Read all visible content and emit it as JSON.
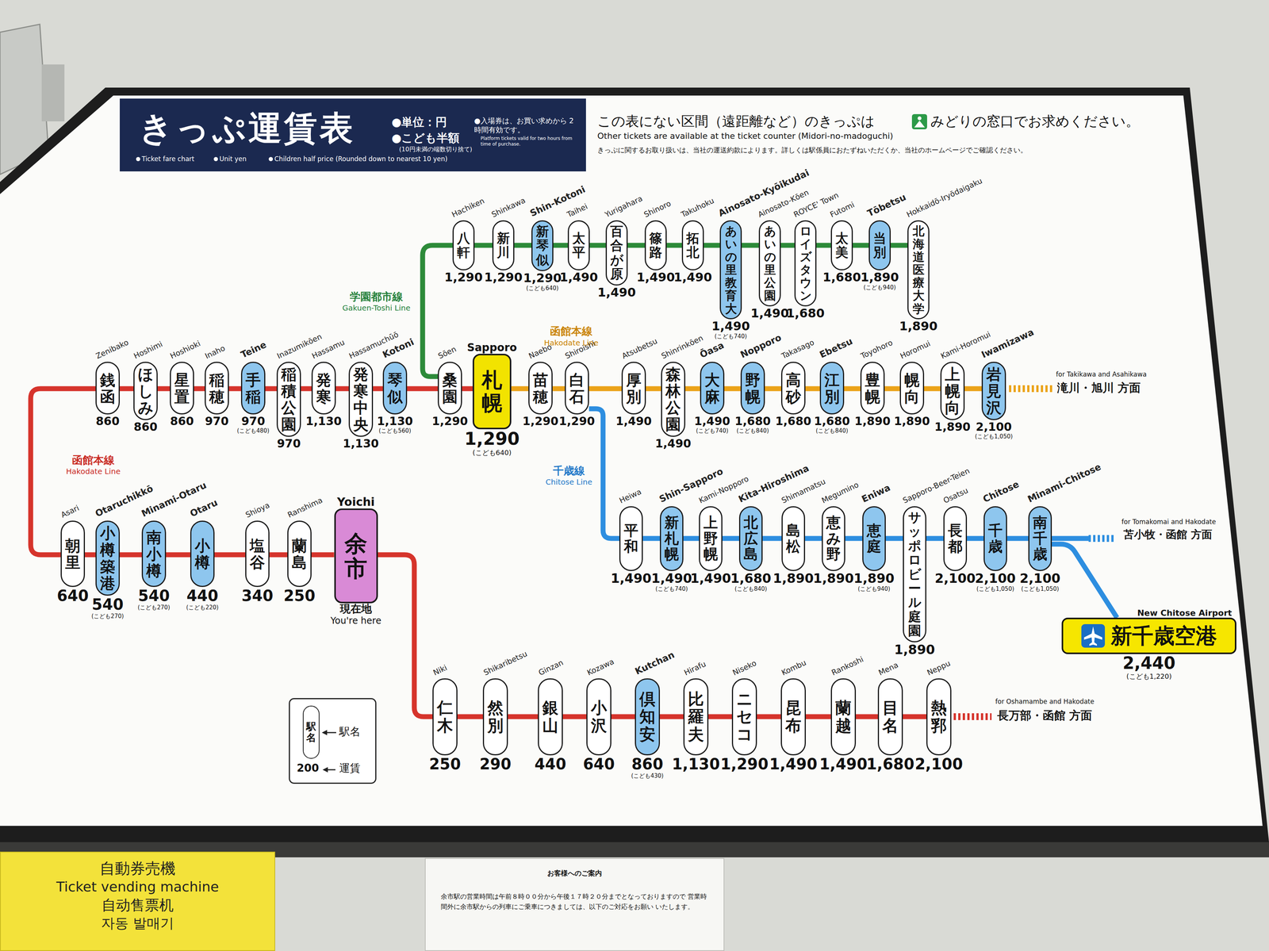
{
  "diagram": {
    "title": "きっぷ運賃表",
    "nodes": [
      {
        "text": [
          "●単位：円",
          "●こども半額",
          "(10円未満の端数切り捨て)",
          "●入場券は、お買い求めから 2時間有効です。",
          "Platform tickets valid for two hours from time of purchase.",
          "Ticket fare chart",
          "Unit yen",
          "Children half price (Rounded down to nearest 10 yen)"
        ]
      },
      {
        "text": [
          "Hachiken",
          "八軒",
          "1,290"
        ]
      },
      {
        "text": [
          "Shinkawa",
          "新川",
          "1,290"
        ]
      },
      {
        "text": [
          "Shin-Kotoni",
          "新琴似",
          "1,290",
          "(こども640)"
        ]
      },
      {
        "text": [
          "Taihei",
          "太平",
          "1,490"
        ]
      },
      {
        "text": [
          "Yurigahara",
          "百合が原",
          "1,490"
        ]
      },
      {
        "text": [
          "Shinoro",
          "篠路",
          "1,490"
        ]
      },
      {
        "text": [
          "Takuhoku",
          "拓北",
          "1,490"
        ]
      },
      {
        "text": [
          "Ainosato-Kyōikudai",
          "あいの里教育大",
          "1,490",
          "(こども740)"
        ]
      },
      {
        "text": [
          "Ainosato-Kōen",
          "あいの里公園",
          "1,490"
        ]
      },
      {
        "text": [
          "ROYCE' Town",
          "ロイズタウン",
          "1,680"
        ]
      },
      {
        "text": [
          "Futomi",
          "太美",
          "1,680"
        ]
      },
      {
        "text": [
          "Tōbetsu",
          "当別",
          "1,890",
          "(こども940)"
        ]
      },
      {
        "text": [
          "Hokkaidō-Iryōdaigaku",
          "北海道医療大学",
          "1,890"
        ]
      },
      {
        "text": [
          "Zenibako",
          "銭函",
          "860"
        ]
      },
      {
        "text": [
          "Hoshimi",
          "ほしみ",
          "860"
        ]
      },
      {
        "text": [
          "Hoshioki",
          "星置",
          "860"
        ]
      },
      {
        "text": [
          "Inaho",
          "稲穂",
          "970"
        ]
      },
      {
        "text": [
          "Teine",
          "手稲",
          "970",
          "(こども480)"
        ]
      },
      {
        "text": [
          "Inazumikōen",
          "稲積公園",
          "970"
        ]
      },
      {
        "text": [
          "Hassamu",
          "発寒",
          "1,130"
        ]
      },
      {
        "text": [
          "Hassamuchūō",
          "発寒中央",
          "1,130"
        ]
      },
      {
        "text": [
          "Kotoni",
          "琴似",
          "1,130",
          "(こども560)"
        ]
      },
      {
        "text": [
          "Sōen",
          "桑園",
          "1,290"
        ]
      },
      {
        "text": [
          "Sapporo",
          "札幌",
          "1,290",
          "(こども640)"
        ]
      },
      {
        "text": [
          "Naebo",
          "苗穂",
          "1,290"
        ]
      },
      {
        "text": [
          "Shiroishi",
          "白石",
          "1,290"
        ]
      },
      {
        "text": [
          "Atsubetsu",
          "厚別",
          "1,490"
        ]
      },
      {
        "text": [
          "Shinrinkōen",
          "森林公園",
          "1,490"
        ]
      },
      {
        "text": [
          "Ōasa",
          "大麻",
          "1,490",
          "(こども740)"
        ]
      },
      {
        "text": [
          "Nopporo",
          "野幌",
          "1,680",
          "(こども840)"
        ]
      },
      {
        "text": [
          "Takasago",
          "高砂",
          "1,680"
        ]
      },
      {
        "text": [
          "Ebetsu",
          "江別",
          "1,680",
          "(こども840)"
        ]
      },
      {
        "text": [
          "Toyohoro",
          "豊幌",
          "1,890"
        ]
      },
      {
        "text": [
          "Horomui",
          "幌向",
          "1,890"
        ]
      },
      {
        "text": [
          "Kami-Horomui",
          "上幌向",
          "1,890"
        ]
      },
      {
        "text": [
          "Iwamizawa",
          "岩見沢",
          "2,100",
          "(こども1,050)"
        ]
      },
      {
        "text": [
          "Asari",
          "朝里",
          "640"
        ]
      },
      {
        "text": [
          "Otaruchikkō",
          "小樽築港",
          "540",
          "(こども270)"
        ]
      },
      {
        "text": [
          "Minami-Otaru",
          "南小樽",
          "540",
          "(こども270)"
        ]
      },
      {
        "text": [
          "Otaru",
          "小樽",
          "440",
          "(こども220)"
        ]
      },
      {
        "text": [
          "Shioya",
          "塩谷",
          "340"
        ]
      },
      {
        "text": [
          "Ranshima",
          "蘭島",
          "250"
        ]
      },
      {
        "text": [
          "Yoichi",
          "余市",
          "現在地",
          "You're here"
        ]
      },
      {
        "text": [
          "Heiwa",
          "平和",
          "1,490"
        ]
      },
      {
        "text": [
          "Shin-Sapporo",
          "新札幌",
          "1,490",
          "(こども740)"
        ]
      },
      {
        "text": [
          "Kami-Nopporo",
          "上野幌",
          "1,490"
        ]
      },
      {
        "text": [
          "Kita-Hiroshima",
          "北広島",
          "1,680",
          "(こども840)"
        ]
      },
      {
        "text": [
          "Shimamatsu",
          "島松",
          "1,890"
        ]
      },
      {
        "text": [
          "Megumino",
          "恵み野",
          "1,890"
        ]
      },
      {
        "text": [
          "Eniwa",
          "恵庭",
          "1,890",
          "(こども940)"
        ]
      },
      {
        "text": [
          "Sapporo-Beer-Teien",
          "サッポロビール庭園",
          "1,890"
        ]
      },
      {
        "text": [
          "Osatsu",
          "長都",
          "2,100"
        ]
      },
      {
        "text": [
          "Chitose",
          "千歳",
          "2,100",
          "(こども1,050)"
        ]
      },
      {
        "text": [
          "Minami-Chitose",
          "南千歳",
          "2,100",
          "(こども1,050)"
        ]
      },
      {
        "text": [
          "New Chitose Airport",
          "新千歳空港",
          "2,440",
          "(こども1,220)"
        ]
      },
      {
        "text": [
          "Niki",
          "仁木",
          "250"
        ]
      },
      {
        "text": [
          "Shikaribetsu",
          "然別",
          "290"
        ]
      },
      {
        "text": [
          "Ginzan",
          "銀山",
          "440"
        ]
      },
      {
        "text": [
          "Kozawa",
          "小沢",
          "640"
        ]
      },
      {
        "text": [
          "Kutchan",
          "倶知安",
          "860",
          "(こども430)"
        ]
      },
      {
        "text": [
          "Hirafu",
          "比羅夫",
          "1,130"
        ]
      },
      {
        "text": [
          "Niseko",
          "ニセコ",
          "1,290"
        ]
      },
      {
        "text": [
          "Kombu",
          "昆布",
          "1,490"
        ]
      },
      {
        "text": [
          "Rankoshi",
          "蘭越",
          "1,490"
        ]
      },
      {
        "text": [
          "Mena",
          "目名",
          "1,680"
        ]
      },
      {
        "text": [
          "Neppu",
          "熱郛",
          "2,100"
        ]
      },
      {
        "text": [
          "駅名",
          "200",
          "運賃"
        ]
      },
      {
        "text": [
          "駅名"
        ],
        "in": 67
      },
      {
        "text": [
          "自動券売機",
          "Ticket vending machine",
          "自动售票机",
          "자동 발매기"
        ]
      },
      {
        "text": [
          "お客様へのご案内",
          "余市駅の営業時間は午前８時００分から午後１７時２０分までとなっておりますので 営業時間外に余市駅からの列車にご乗車につきましては、以下のご対応をお願い いたします。"
        ]
      }
    ],
    "edges": [
      {
        "from": 23,
        "to": 1,
        "arrow": "none"
      },
      {
        "from": 1,
        "to": 2,
        "arrow": "none"
      },
      {
        "from": 2,
        "to": 3,
        "arrow": "none"
      },
      {
        "from": 3,
        "to": 4,
        "arrow": "none"
      },
      {
        "from": 4,
        "to": 5,
        "arrow": "none"
      },
      {
        "from": 5,
        "to": 6,
        "arrow": "none"
      },
      {
        "from": 6,
        "to": 7,
        "arrow": "none"
      },
      {
        "from": 7,
        "to": 8,
        "arrow": "none"
      },
      {
        "from": 8,
        "to": 9,
        "arrow": "none"
      },
      {
        "from": 9,
        "to": 10,
        "arrow": "none"
      },
      {
        "from": 10,
        "to": 11,
        "arrow": "none"
      },
      {
        "from": 11,
        "to": 12,
        "arrow": "none"
      },
      {
        "from": 12,
        "to": 13,
        "arrow": "none"
      },
      {
        "from": 14,
        "to": 15,
        "arrow": "none"
      },
      {
        "from": 15,
        "to": 16,
        "arrow": "none"
      },
      {
        "from": 16,
        "to": 17,
        "arrow": "none"
      },
      {
        "from": 17,
        "to": 18,
        "arrow": "none"
      },
      {
        "from": 18,
        "to": 19,
        "arrow": "none"
      },
      {
        "from": 19,
        "to": 20,
        "arrow": "none"
      },
      {
        "from": 20,
        "to": 21,
        "arrow": "none"
      },
      {
        "from": 21,
        "to": 22,
        "arrow": "none"
      },
      {
        "from": 22,
        "to": 23,
        "arrow": "none"
      },
      {
        "from": 23,
        "to": 24,
        "arrow": "none"
      },
      {
        "from": 24,
        "to": 25,
        "arrow": "none"
      },
      {
        "from": 25,
        "to": 26,
        "arrow": "none"
      },
      {
        "from": 26,
        "to": 27,
        "arrow": "none"
      },
      {
        "from": 27,
        "to": 28,
        "arrow": "none"
      },
      {
        "from": 28,
        "to": 29,
        "arrow": "none"
      },
      {
        "from": 29,
        "to": 30,
        "arrow": "none"
      },
      {
        "from": 30,
        "to": 31,
        "arrow": "none"
      },
      {
        "from": 31,
        "to": 32,
        "arrow": "none"
      },
      {
        "from": 32,
        "to": 33,
        "arrow": "none"
      },
      {
        "from": 33,
        "to": 34,
        "arrow": "none"
      },
      {
        "from": 34,
        "to": 35,
        "arrow": "none"
      },
      {
        "from": 35,
        "to": 36,
        "arrow": "none"
      },
      {
        "from": 14,
        "to": 37,
        "arrow": "none"
      },
      {
        "from": 37,
        "to": 38,
        "arrow": "none"
      },
      {
        "from": 38,
        "to": 39,
        "arrow": "none"
      },
      {
        "from": 39,
        "to": 40,
        "arrow": "none"
      },
      {
        "from": 40,
        "to": 41,
        "arrow": "none"
      },
      {
        "from": 41,
        "to": 42,
        "arrow": "none"
      },
      {
        "from": 42,
        "to": 43,
        "arrow": "none"
      },
      {
        "from": 43,
        "to": 56,
        "arrow": "none"
      },
      {
        "from": 56,
        "to": 57,
        "arrow": "none"
      },
      {
        "from": 57,
        "to": 58,
        "arrow": "none"
      },
      {
        "from": 58,
        "to": 59,
        "arrow": "none"
      },
      {
        "from": 59,
        "to": 60,
        "arrow": "none"
      },
      {
        "from": 60,
        "to": 61,
        "arrow": "none"
      },
      {
        "from": 61,
        "to": 62,
        "arrow": "none"
      },
      {
        "from": 62,
        "to": 63,
        "arrow": "none"
      },
      {
        "from": 63,
        "to": 64,
        "arrow": "none"
      },
      {
        "from": 64,
        "to": 65,
        "arrow": "none"
      },
      {
        "from": 65,
        "to": 66,
        "arrow": "none"
      },
      {
        "from": 26,
        "to": 44,
        "arrow": "none"
      },
      {
        "from": 44,
        "to": 45,
        "arrow": "none"
      },
      {
        "from": 45,
        "to": 46,
        "arrow": "none"
      },
      {
        "from": 46,
        "to": 47,
        "arrow": "none"
      },
      {
        "from": 47,
        "to": 48,
        "arrow": "none"
      },
      {
        "from": 48,
        "to": 49,
        "arrow": "none"
      },
      {
        "from": 49,
        "to": 50,
        "arrow": "none"
      },
      {
        "from": 50,
        "to": 51,
        "arrow": "none"
      },
      {
        "from": 51,
        "to": 52,
        "arrow": "none"
      },
      {
        "from": 52,
        "to": 53,
        "arrow": "none"
      },
      {
        "from": 53,
        "to": 54,
        "arrow": "none"
      },
      {
        "from": 54,
        "to": 55,
        "arrow": "none"
      }
    ],
    "labels": [
      "この表にない区間（遠距離など）のきっぷは",
      "みどりの窓口でお求めください。",
      "Other tickets are available at the ticket counter (Midori-no-madoguchi)",
      "きっぷに関するお取り扱いは、当社の運送約款によります。詳しくは駅係員におたずねいただくか、当社のホームページでご確認ください。",
      "学園都市線",
      "Gakuen-Toshi Line",
      "函館本線",
      "Hakodate Line",
      "函館本線",
      "Hakodate Line",
      "千歳線",
      "Chitose Line",
      "for Takikawa and Asahikawa",
      "滝川・旭川 方面",
      "for Tomakomai and Hakodate",
      "苫小牧・函館 方面",
      "for Oshamambe and Hakodate",
      "長万部・函館 方面"
    ]
  }
}
